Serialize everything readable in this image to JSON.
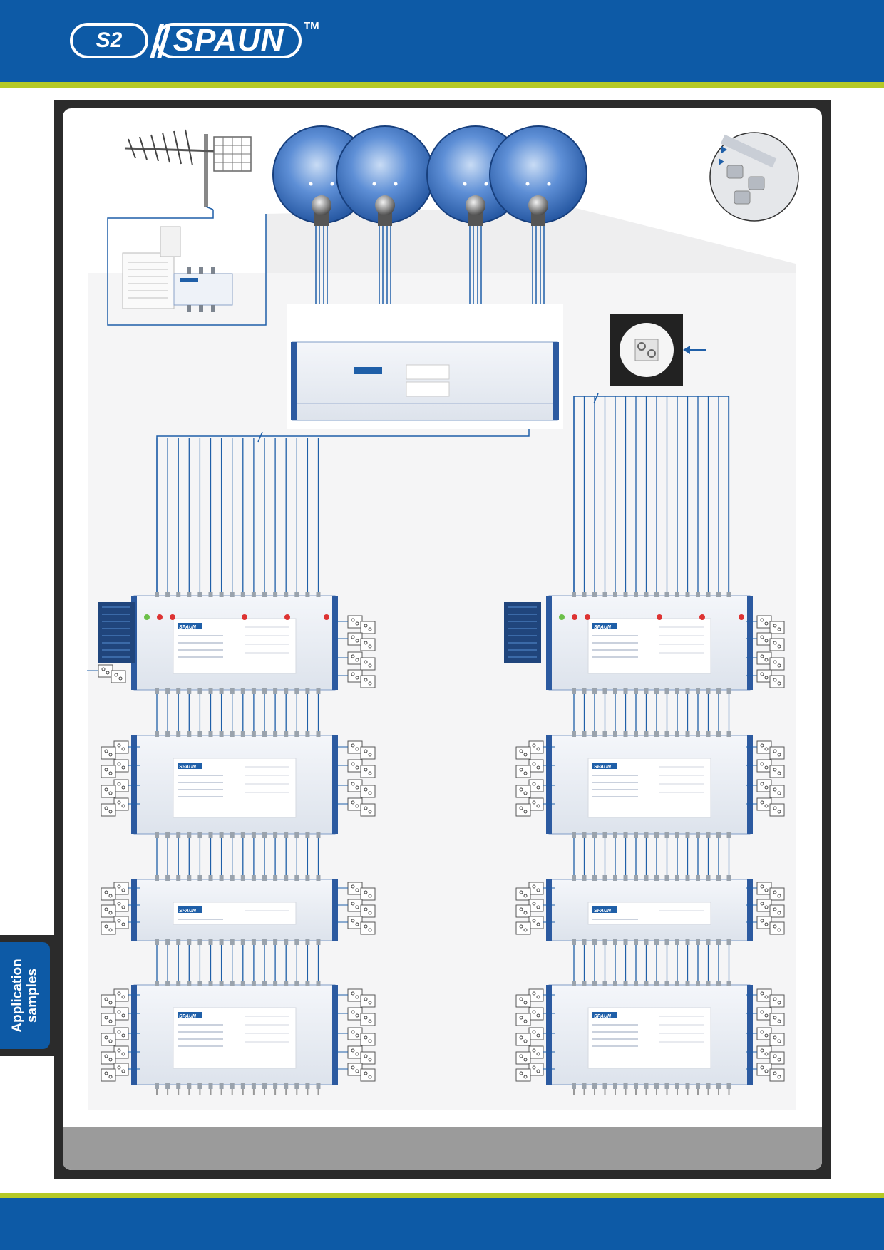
{
  "brand": {
    "badge": "S2",
    "name": "SPAUN",
    "trademark": "TM"
  },
  "side_tab": {
    "label_line1": "Application",
    "label_line2": "samples"
  },
  "device_labels": {
    "multiswitch_logo": "SPAUN"
  },
  "icons": {
    "terrestrial": "antenna-icon",
    "dish": "satellite-dish-icon",
    "socket": "tv-socket-icon",
    "connector": "f-connector-icon"
  },
  "colors": {
    "brand_blue": "#0d5aa6",
    "accent_green": "#b5c926",
    "cable_blue": "#1f5fa8",
    "frame_dark": "#2b2b2b",
    "panel_footer": "#9b9b9b"
  }
}
